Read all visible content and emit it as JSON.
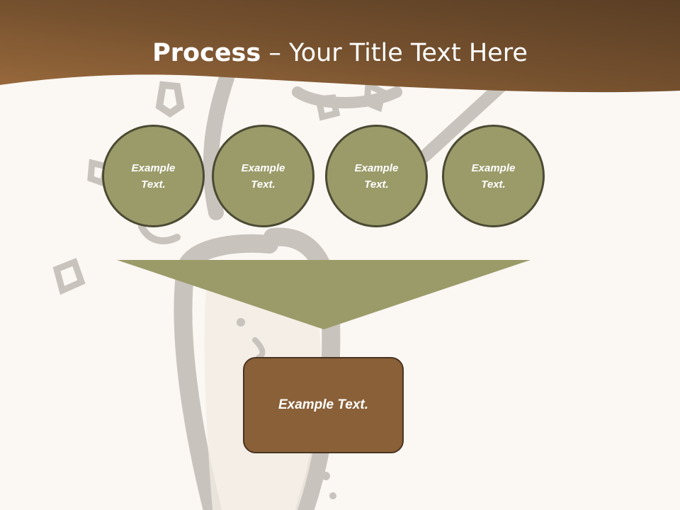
{
  "slide": {
    "title_bold": "Process",
    "title_rest": " – Your Title Text Here",
    "circles": [
      {
        "text": "Example Text."
      },
      {
        "text": "Example Text."
      },
      {
        "text": "Example Text."
      },
      {
        "text": "Example Text."
      }
    ],
    "result_box": {
      "text": "Example Text."
    }
  },
  "colors": {
    "header_dark": "#5a3e24",
    "header_light": "#9a6a3c",
    "circle_fill": "#9b9b6a",
    "circle_border": "#4b4a33",
    "funnel_fill": "#9b9b6a",
    "box_fill": "#8a6038",
    "background": "#fbf7f3"
  }
}
